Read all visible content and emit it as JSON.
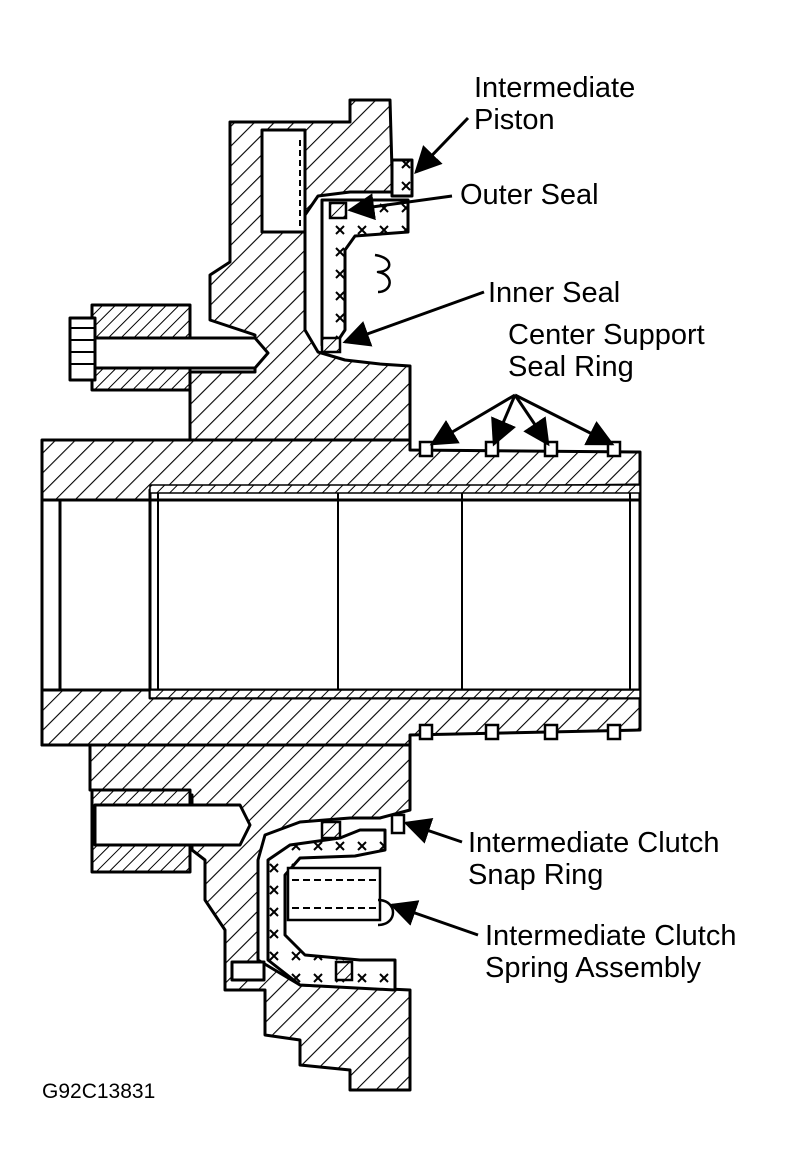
{
  "labels": {
    "intermediate_piston": [
      "Intermediate",
      "Piston"
    ],
    "outer_seal": [
      "Outer Seal"
    ],
    "inner_seal": [
      "Inner Seal"
    ],
    "center_support_seal_ring": [
      "Center Support",
      "Seal Ring"
    ],
    "intermediate_clutch_snap_ring": [
      "Intermediate Clutch",
      "Snap Ring"
    ],
    "intermediate_clutch_spring_assembly": [
      "Intermediate Clutch",
      "Spring Assembly"
    ]
  },
  "figure_code": "G92C13831",
  "colors": {
    "ink": "#000000",
    "paper": "#ffffff"
  }
}
